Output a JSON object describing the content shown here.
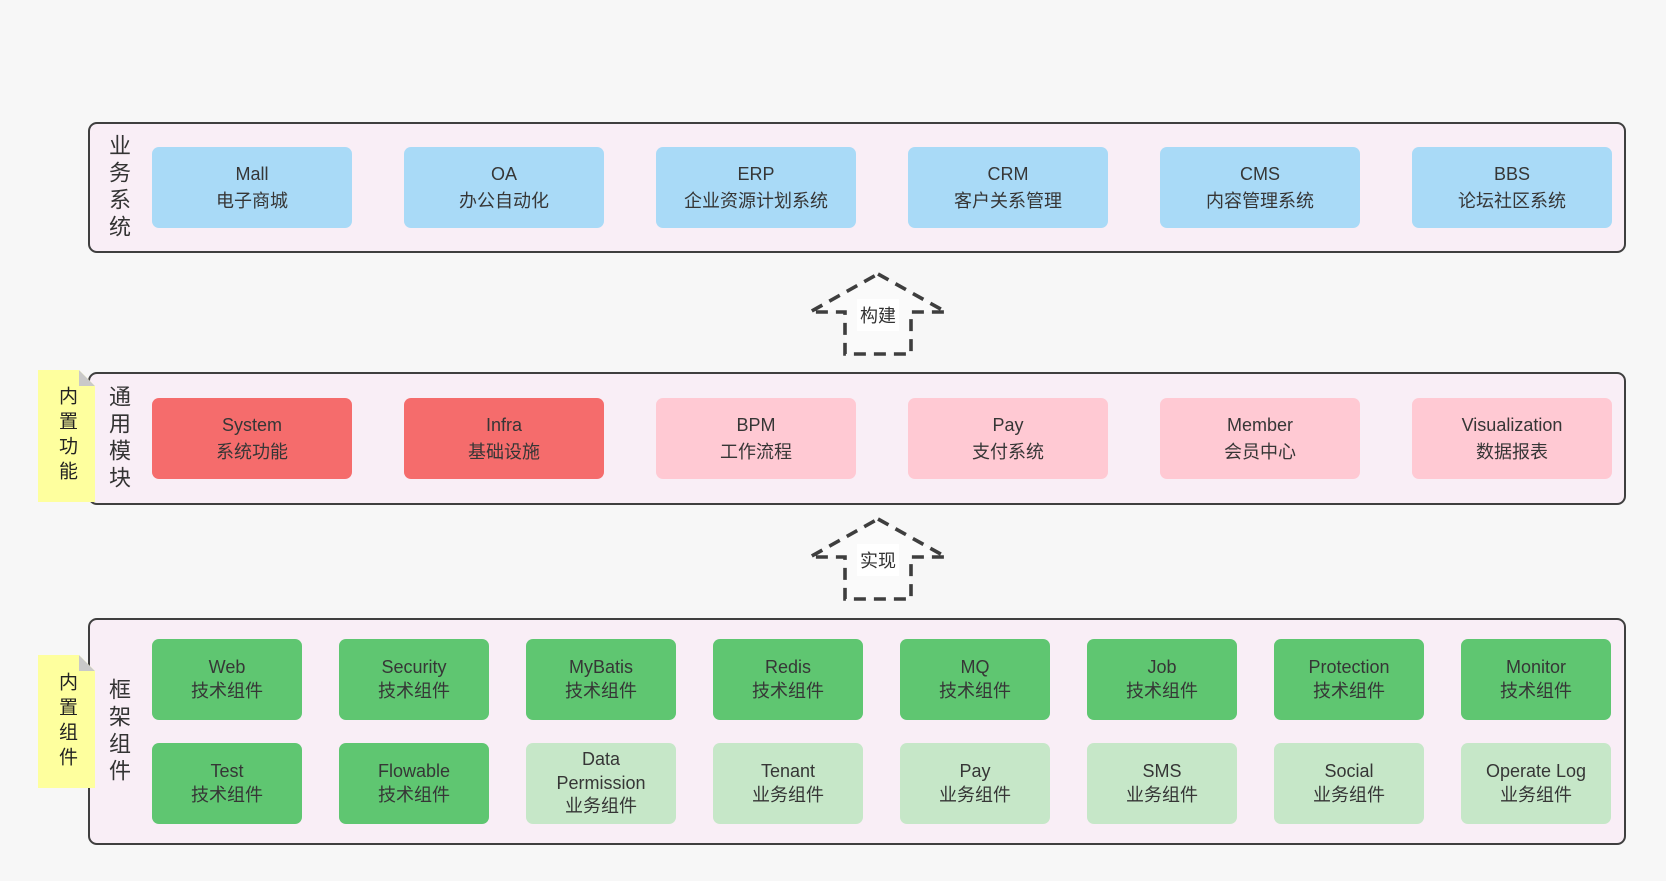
{
  "colors": {
    "page_bg": "#f7f7f7",
    "layer_bg": "#f9eef6",
    "layer_border": "#3f3f3f",
    "blue": "#a9daf7",
    "red": "#f56c6c",
    "pink": "#ffc9d3",
    "green": "#5fc671",
    "light_green": "#c6e7c8",
    "note_bg": "#feff9e",
    "note_fold": "#c9c9c9",
    "arrow_line": "#3e3e3e",
    "text": "#363636"
  },
  "layers": [
    {
      "label": "业务系统",
      "rows": [
        [
          {
            "title": "Mall",
            "subtitle": "电子商城",
            "variant": "blue"
          },
          {
            "title": "OA",
            "subtitle": "办公自动化",
            "variant": "blue"
          },
          {
            "title": "ERP",
            "subtitle": "企业资源计划系统",
            "variant": "blue"
          },
          {
            "title": "CRM",
            "subtitle": "客户关系管理",
            "variant": "blue"
          },
          {
            "title": "CMS",
            "subtitle": "内容管理系统",
            "variant": "blue"
          },
          {
            "title": "BBS",
            "subtitle": "论坛社区系统",
            "variant": "blue"
          }
        ]
      ]
    },
    {
      "label": "通用模块",
      "rows": [
        [
          {
            "title": "System",
            "subtitle": "系统功能",
            "variant": "red"
          },
          {
            "title": "Infra",
            "subtitle": "基础设施",
            "variant": "red"
          },
          {
            "title": "BPM",
            "subtitle": "工作流程",
            "variant": "pink"
          },
          {
            "title": "Pay",
            "subtitle": "支付系统",
            "variant": "pink"
          },
          {
            "title": "Member",
            "subtitle": "会员中心",
            "variant": "pink"
          },
          {
            "title": "Visualization",
            "subtitle": "数据报表",
            "variant": "pink"
          }
        ]
      ]
    },
    {
      "label": "框架组件",
      "rows": [
        [
          {
            "title": "Web",
            "subtitle": "技术组件",
            "variant": "green"
          },
          {
            "title": "Security",
            "subtitle": "技术组件",
            "variant": "green"
          },
          {
            "title": "MyBatis",
            "subtitle": "技术组件",
            "variant": "green"
          },
          {
            "title": "Redis",
            "subtitle": "技术组件",
            "variant": "green"
          },
          {
            "title": "MQ",
            "subtitle": "技术组件",
            "variant": "green"
          },
          {
            "title": "Job",
            "subtitle": "技术组件",
            "variant": "green"
          },
          {
            "title": "Protection",
            "subtitle": "技术组件",
            "variant": "green"
          },
          {
            "title": "Monitor",
            "subtitle": "技术组件",
            "variant": "green"
          }
        ],
        [
          {
            "title": "Test",
            "subtitle": "技术组件",
            "variant": "green"
          },
          {
            "title": "Flowable",
            "subtitle": "技术组件",
            "variant": "green"
          },
          {
            "title": "Data Permission",
            "subtitle": "业务组件",
            "variant": "light_green"
          },
          {
            "title": "Tenant",
            "subtitle": "业务组件",
            "variant": "light_green"
          },
          {
            "title": "Pay",
            "subtitle": "业务组件",
            "variant": "light_green"
          },
          {
            "title": "SMS",
            "subtitle": "业务组件",
            "variant": "light_green"
          },
          {
            "title": "Social",
            "subtitle": "业务组件",
            "variant": "light_green"
          },
          {
            "title": "Operate Log",
            "subtitle": "业务组件",
            "variant": "light_green"
          }
        ]
      ]
    }
  ],
  "arrows": [
    {
      "label": "构建"
    },
    {
      "label": "实现"
    }
  ],
  "notes": [
    {
      "label": "内置功能"
    },
    {
      "label": "内置组件"
    }
  ]
}
